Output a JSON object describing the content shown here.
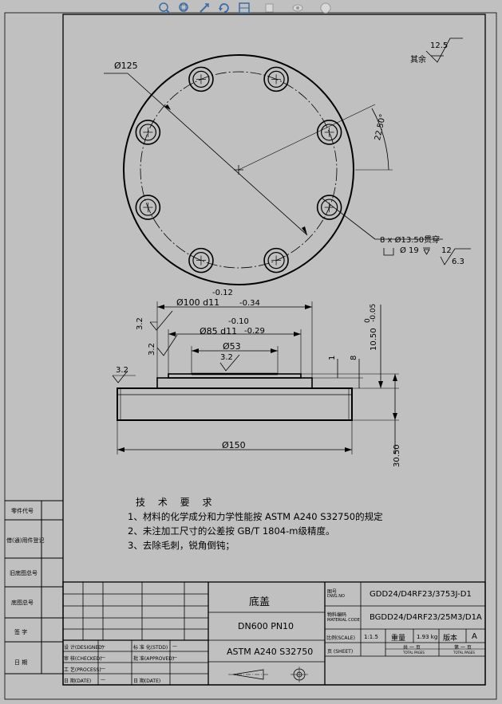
{
  "title_block": {
    "part_name": "底盖",
    "spec": "DN600 PN10",
    "material": "ASTM A240 S32750",
    "drawing_no_label": "图号",
    "drawing_no_label_en": "DWG.NO",
    "drawing_no": "GDD24/D4RF23/3753J-D1",
    "material_code_label": "物料编码",
    "material_code_label_en": "MATERIAL CODE",
    "material_code": "BGDD24/D4RF23/25M3/D1A",
    "scale_label": "比例(SCALE)",
    "scale": "1:1.5",
    "weight_label": "重量",
    "weight": "1.93 kg",
    "version_label": "版本",
    "version": "A",
    "sheets_label": "页 (SHEET)",
    "total_label": "共 一 页",
    "total_label_en": "TOTAL PAGES",
    "page_label": "第 一 页",
    "page_label_en": "TOTAL PAGES",
    "sign_rows": [
      {
        "label": "设 计(DESIGNED)",
        "value": "—",
        "label2": "标 准 化(STDD)",
        "value2": "—"
      },
      {
        "label": "审 核(CHECKED)",
        "value": "—",
        "label2": "批 准(APPROVED)",
        "value2": "—"
      },
      {
        "label": "工 艺(PROCESS)",
        "value": "—",
        "label2": "",
        "value2": ""
      },
      {
        "label": "日 期(DATE)",
        "value": "—",
        "label2": "日 期(DATE)",
        "value2": ""
      }
    ]
  },
  "side_labels": [
    "零件代号",
    "借(通)用件登记",
    "旧底图总号",
    "底图总号",
    "签  字",
    "日  期"
  ],
  "technical_requirements": {
    "title": "技 术 要 求",
    "items": [
      "1、材料的化学成分和力学性能按 ASTM A240 S32750的规定",
      "2、未注加工尺寸的公差按 GB/T 1804-m级精度。",
      "3、去除毛刺，锐角倒钝；"
    ]
  },
  "dimensions": {
    "pcd": "Ø125",
    "angle": "22.50°",
    "holes": "8 x Ø13.50贯穿",
    "counterbore_d": "Ø 19",
    "counterbore_depth": "12",
    "roughness_hole": "6.3",
    "roughness_general": "12.5",
    "roughness_general_note": "其余",
    "d100": "Ø100 d11",
    "d100_tol_up": "-0.12",
    "d100_tol_low": "-0.34",
    "d85": "Ø85 d11",
    "d85_tol_up": "-0.10",
    "d85_tol_low": "-0.29",
    "d53": "Ø53",
    "d150": "Ø150",
    "h_step1": "1",
    "h_step8": "8",
    "h_flange": "10.50",
    "h_flange_tol_up": "0",
    "h_flange_tol_low": "-0.05",
    "h_total": "30.50",
    "ra_32": "3.2"
  },
  "toolbar": {
    "icons": [
      "zoom-in-icon",
      "zoom-box-icon",
      "pan-icon",
      "rotate-icon",
      "view-orientation-icon",
      "display-style-icon",
      "hide-show-icon",
      "appearance-icon"
    ]
  },
  "colors": {
    "background": "#c0c0c0",
    "line": "#000000",
    "toolbar_icon": "#3a6ea5"
  }
}
